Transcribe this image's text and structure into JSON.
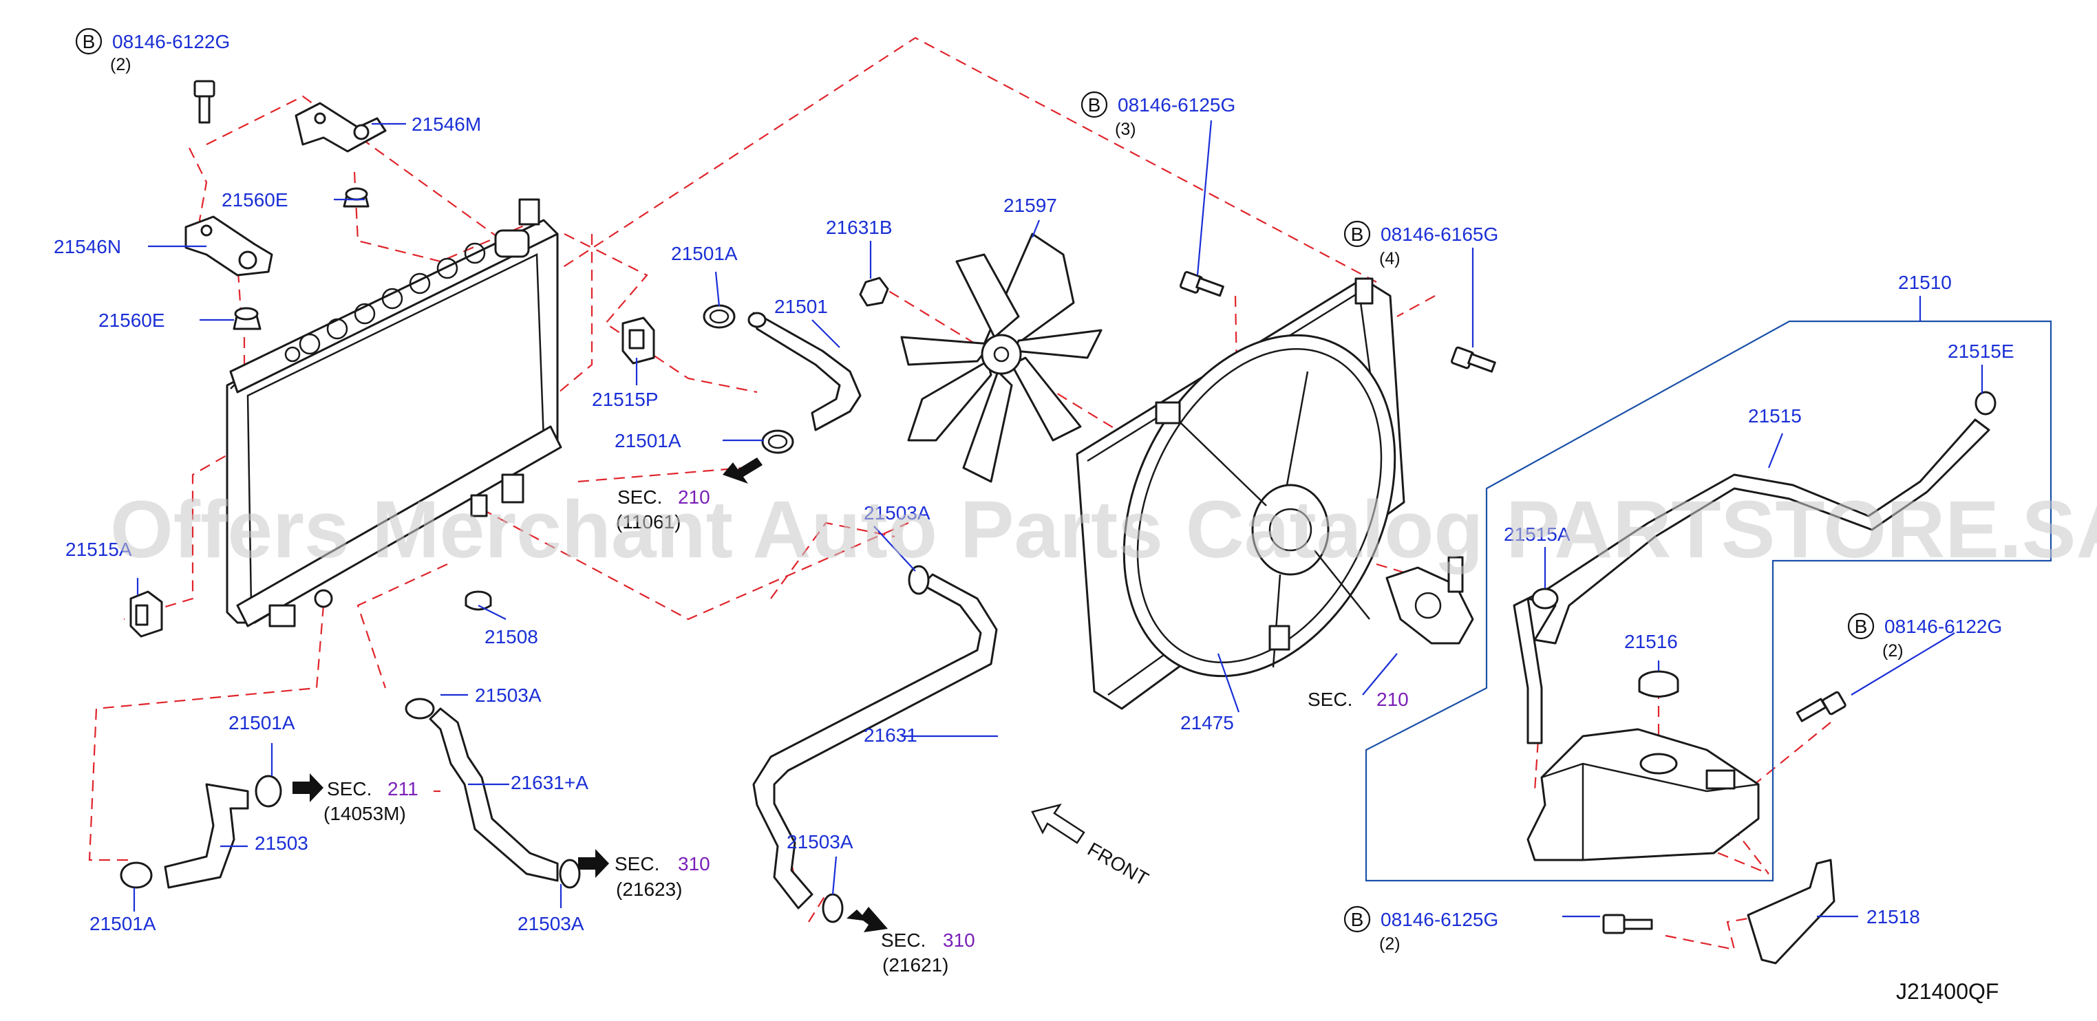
{
  "diagram_code": "J21400QF",
  "watermark": "Offers Merchant Auto Parts Catalog PARTSTORE.SA",
  "front_label": "FRONT",
  "bolt_prefix": "B",
  "colors": {
    "part_number": "#1a2fd6",
    "section_number": "#7a1fb8",
    "dashed_leader": "#e0242b",
    "bracket_box": "#1a50a8"
  },
  "bolts": [
    {
      "part": "08146-6122G",
      "qty": "(2)"
    },
    {
      "part": "08146-6125G",
      "qty": "(3)"
    },
    {
      "part": "08146-6165G",
      "qty": "(4)"
    },
    {
      "part": "08146-6122G",
      "qty": "(2)"
    },
    {
      "part": "08146-6125G",
      "qty": "(2)"
    }
  ],
  "parts": {
    "p21546M": "21546M",
    "p21560E_a": "21560E",
    "p21546N": "21546N",
    "p21560E_b": "21560E",
    "p21515A": "21515A",
    "p21508": "21508",
    "p21501A_a": "21501A",
    "p21501": "21501",
    "p21515P": "21515P",
    "p21501A_b": "21501A",
    "p21631B": "21631B",
    "p21597": "21597",
    "p21503A_a": "21503A",
    "p21631": "21631",
    "p21503A_b": "21503A",
    "p21503A_c": "21503A",
    "p21631A": "21631+A",
    "p21503A_d": "21503A",
    "p21501A_c": "21501A",
    "p21503": "21503",
    "p21501A_d": "21501A",
    "p21475": "21475",
    "p21510": "21510",
    "p21515E": "21515E",
    "p21515": "21515",
    "p21515A_b": "21515A",
    "p21516": "21516",
    "p21518": "21518"
  },
  "sections": [
    {
      "sec": "SEC.",
      "num": "210",
      "sub": "(11061)"
    },
    {
      "sec": "SEC.",
      "num": "211",
      "sub": "(14053M)"
    },
    {
      "sec": "SEC.",
      "num": "310",
      "sub": "(21623)"
    },
    {
      "sec": "SEC.",
      "num": "310",
      "sub": "(21621)"
    },
    {
      "sec": "SEC.",
      "num": "210",
      "sub": ""
    }
  ]
}
